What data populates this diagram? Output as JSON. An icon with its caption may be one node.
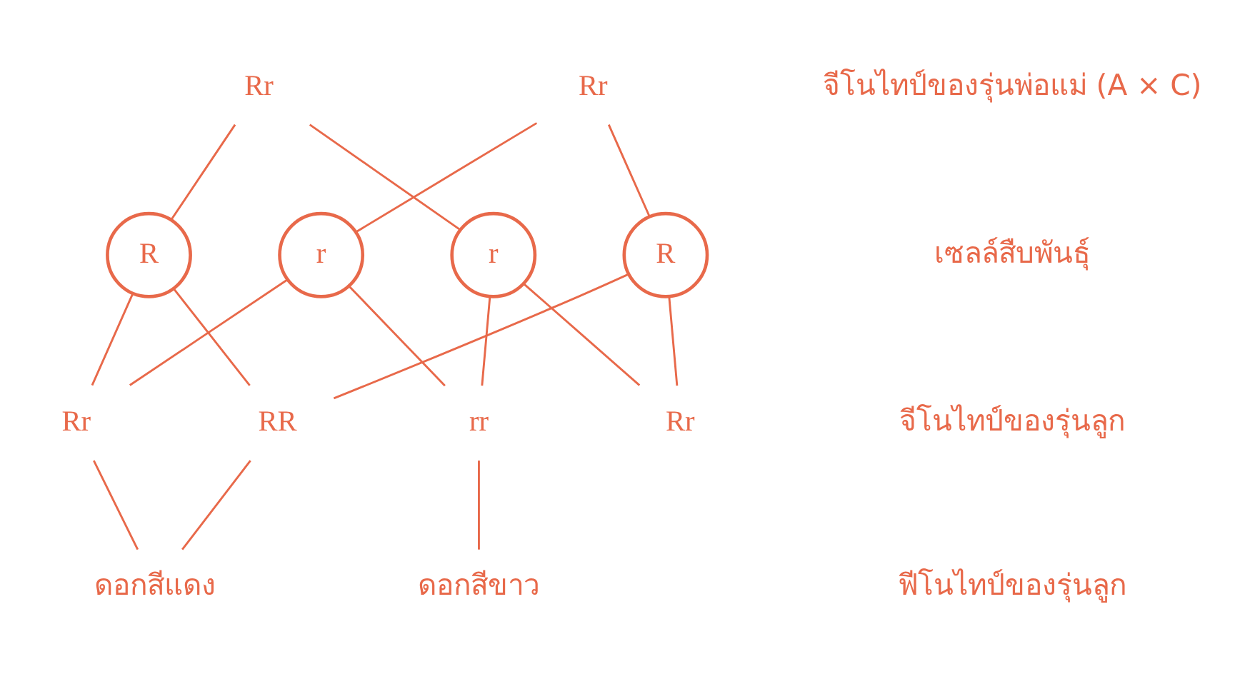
{
  "diagram": {
    "nodes": [
      {
        "text": [
          "Rr"
        ]
      },
      {
        "text": [
          "Rr"
        ]
      },
      {
        "text": [
          "R"
        ]
      },
      {
        "text": [
          "r"
        ]
      },
      {
        "text": [
          "R"
        ]
      },
      {
        "text": [
          "r"
        ]
      },
      {
        "text": [
          "RR"
        ]
      },
      {
        "text": [
          "Rr"
        ]
      },
      {
        "text": [
          "Rr"
        ]
      },
      {
        "text": [
          "rr"
        ]
      },
      {
        "text": [
          "ดอกสีแดง"
        ]
      },
      {
        "text": [
          "ดอกสีขาว"
        ]
      }
    ],
    "edges": [
      {
        "from": 0,
        "to": 2,
        "arrow": "none"
      },
      {
        "from": 0,
        "to": 3,
        "arrow": "none"
      },
      {
        "from": 1,
        "to": 4,
        "arrow": "none"
      },
      {
        "from": 1,
        "to": 5,
        "arrow": "none"
      },
      {
        "from": 2,
        "to": 6,
        "arrow": "none"
      },
      {
        "from": 2,
        "to": 7,
        "arrow": "none"
      },
      {
        "from": 3,
        "to": 8,
        "arrow": "none"
      },
      {
        "from": 3,
        "to": 9,
        "arrow": "none"
      },
      {
        "from": 4,
        "to": 6,
        "arrow": "none"
      },
      {
        "from": 4,
        "to": 8,
        "arrow": "none"
      },
      {
        "from": 5,
        "to": 7,
        "arrow": "none"
      },
      {
        "from": 5,
        "to": 9,
        "arrow": "none"
      },
      {
        "from": 6,
        "to": 10,
        "arrow": "none"
      },
      {
        "from": 8,
        "to": 10,
        "arrow": "none"
      },
      {
        "from": 9,
        "to": 11,
        "arrow": "none"
      }
    ],
    "labels": [
      "จีโนไทป์ของรุ่นพ่อแม่ (A × C)",
      "เซลล์สืบพันธุ์",
      "จีโนไทป์ของรุ่นลูก",
      "ฟีโนไทป์ของรุ่นลูก"
    ]
  }
}
